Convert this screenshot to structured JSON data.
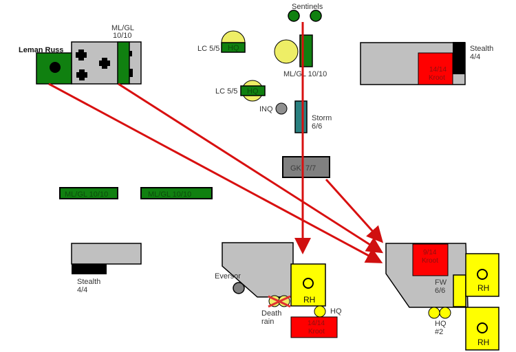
{
  "title": "Tabletop battle deployment diagram",
  "colors": {
    "arrow": "#e00000",
    "terrain_gray": "#c0c0c0",
    "dark_gray": "#808080",
    "unit_green": "#108010",
    "kroot_red": "#ff0000",
    "yellow": "#ffff00",
    "pale_yellow": "#eeee66",
    "teal": "#2a8080",
    "black": "#000000"
  },
  "imperial": {
    "leman_russ": "Leman Russ",
    "mlgl_top": [
      "ML/GL",
      "10/10"
    ],
    "lc_top": "LC 5/5",
    "lc_top_hq": "HQ",
    "lc_mid": "LC 5/5",
    "lc_mid_hq": "HQ",
    "sentinels": "Sentinels",
    "mlgl_center": "ML/GL 10/10",
    "inq": "INQ",
    "storm": [
      "Storm",
      "6/6"
    ],
    "gk": "GK: 7/7",
    "mlgl_left_1": "ML/GL 10/10",
    "mlgl_left_2": "ML/GL 10/10"
  },
  "tau": {
    "stealth_top": [
      "Stealth",
      "4/4"
    ],
    "kroot_top": [
      "14/14",
      "Kroot"
    ],
    "stealth_left": [
      "Stealth",
      "4/4"
    ],
    "eversor": "Eversor",
    "death_rain": [
      "Death",
      "rain"
    ],
    "rh_center": "RH",
    "hq_center": "HQ",
    "kroot_center": [
      "14/14",
      "Kroot"
    ],
    "kroot_right": [
      "9/14",
      "Kroot"
    ],
    "fw": [
      "FW",
      "6/6"
    ],
    "rh_right_top": "RH",
    "rh_right_bottom": "RH",
    "hq2": [
      "HQ",
      "#2"
    ]
  }
}
